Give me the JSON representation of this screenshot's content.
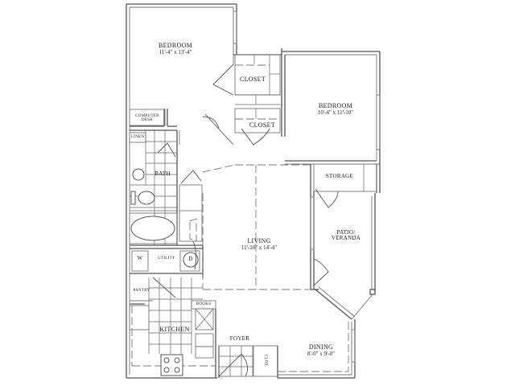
{
  "floor_plan": {
    "rooms": [
      {
        "id": "bedroom1",
        "name": "BEDROOM",
        "dimensions": "11'-4\" x 13'-4\""
      },
      {
        "id": "bedroom2",
        "name": "BEDROOM",
        "dimensions": "10'-4\" x 11'-10\""
      },
      {
        "id": "closet1",
        "name": "CLOSET"
      },
      {
        "id": "closet2",
        "name": "CLOSET"
      },
      {
        "id": "computer_desk",
        "name": "COMPUTER",
        "name2": "DESK"
      },
      {
        "id": "linen",
        "name": "LINEN"
      },
      {
        "id": "bath",
        "name": "BATH"
      },
      {
        "id": "storage",
        "name": "STORAGE"
      },
      {
        "id": "patio",
        "name": "PATIO/",
        "name2": "VERANDA"
      },
      {
        "id": "living",
        "name": "LIVING",
        "dimensions": "11'-10\" x 14'-4\""
      },
      {
        "id": "utility",
        "name": "UTILITY"
      },
      {
        "id": "washer",
        "name": "W"
      },
      {
        "id": "dryer",
        "name": "D"
      },
      {
        "id": "pantry",
        "name": "PANTRY"
      },
      {
        "id": "books",
        "name": "BOOKS"
      },
      {
        "id": "kitchen",
        "name": "KITCHEN"
      },
      {
        "id": "foyer",
        "name": "FOYER"
      },
      {
        "id": "coat_closet",
        "name": "CLOS."
      },
      {
        "id": "dining",
        "name": "DINING",
        "dimensions": "8'-0\" x 9'-0\""
      }
    ],
    "colors": {
      "wall": "#555555",
      "background": "#ffffff",
      "text": "#222222"
    }
  }
}
